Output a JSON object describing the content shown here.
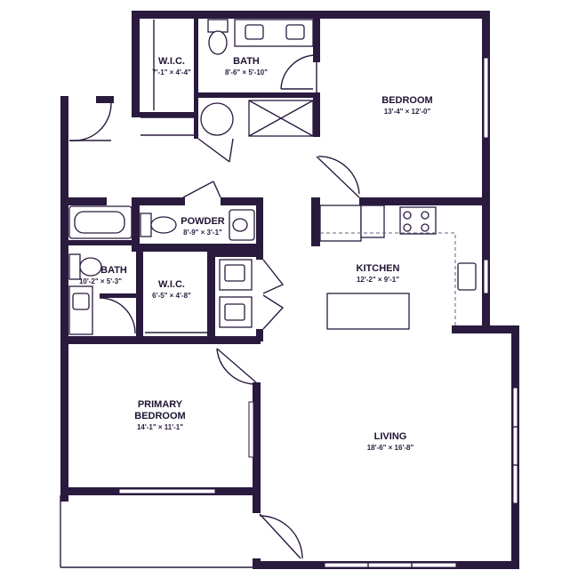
{
  "colors": {
    "wall": "#2a1a3e",
    "text": "#1f1333"
  },
  "rooms": {
    "wic_top": {
      "name": "W.I.C.",
      "dims": "7'-1\" × 4'-4\""
    },
    "bath_top": {
      "name": "BATH",
      "dims": "8'-6\" × 5'-10\""
    },
    "bedroom": {
      "name": "BEDROOM",
      "dims": "13'-4\" × 12'-0\""
    },
    "powder": {
      "name": "POWDER",
      "dims": "8'-9\" × 3'-1\""
    },
    "bath_left": {
      "name": "BATH",
      "dims": "10'-2\" × 5'-3\""
    },
    "wic_left": {
      "name": "W.I.C.",
      "dims": "6'-5\" × 4'-8\""
    },
    "kitchen": {
      "name": "KITCHEN",
      "dims": "12'-2\" × 9'-1\""
    },
    "primary": {
      "name_line1": "PRIMARY",
      "name_line2": "BEDROOM",
      "dims": "14'-1\" × 11'-1\""
    },
    "living": {
      "name": "LIVING",
      "dims": "18'-6\" × 16'-8\""
    }
  }
}
